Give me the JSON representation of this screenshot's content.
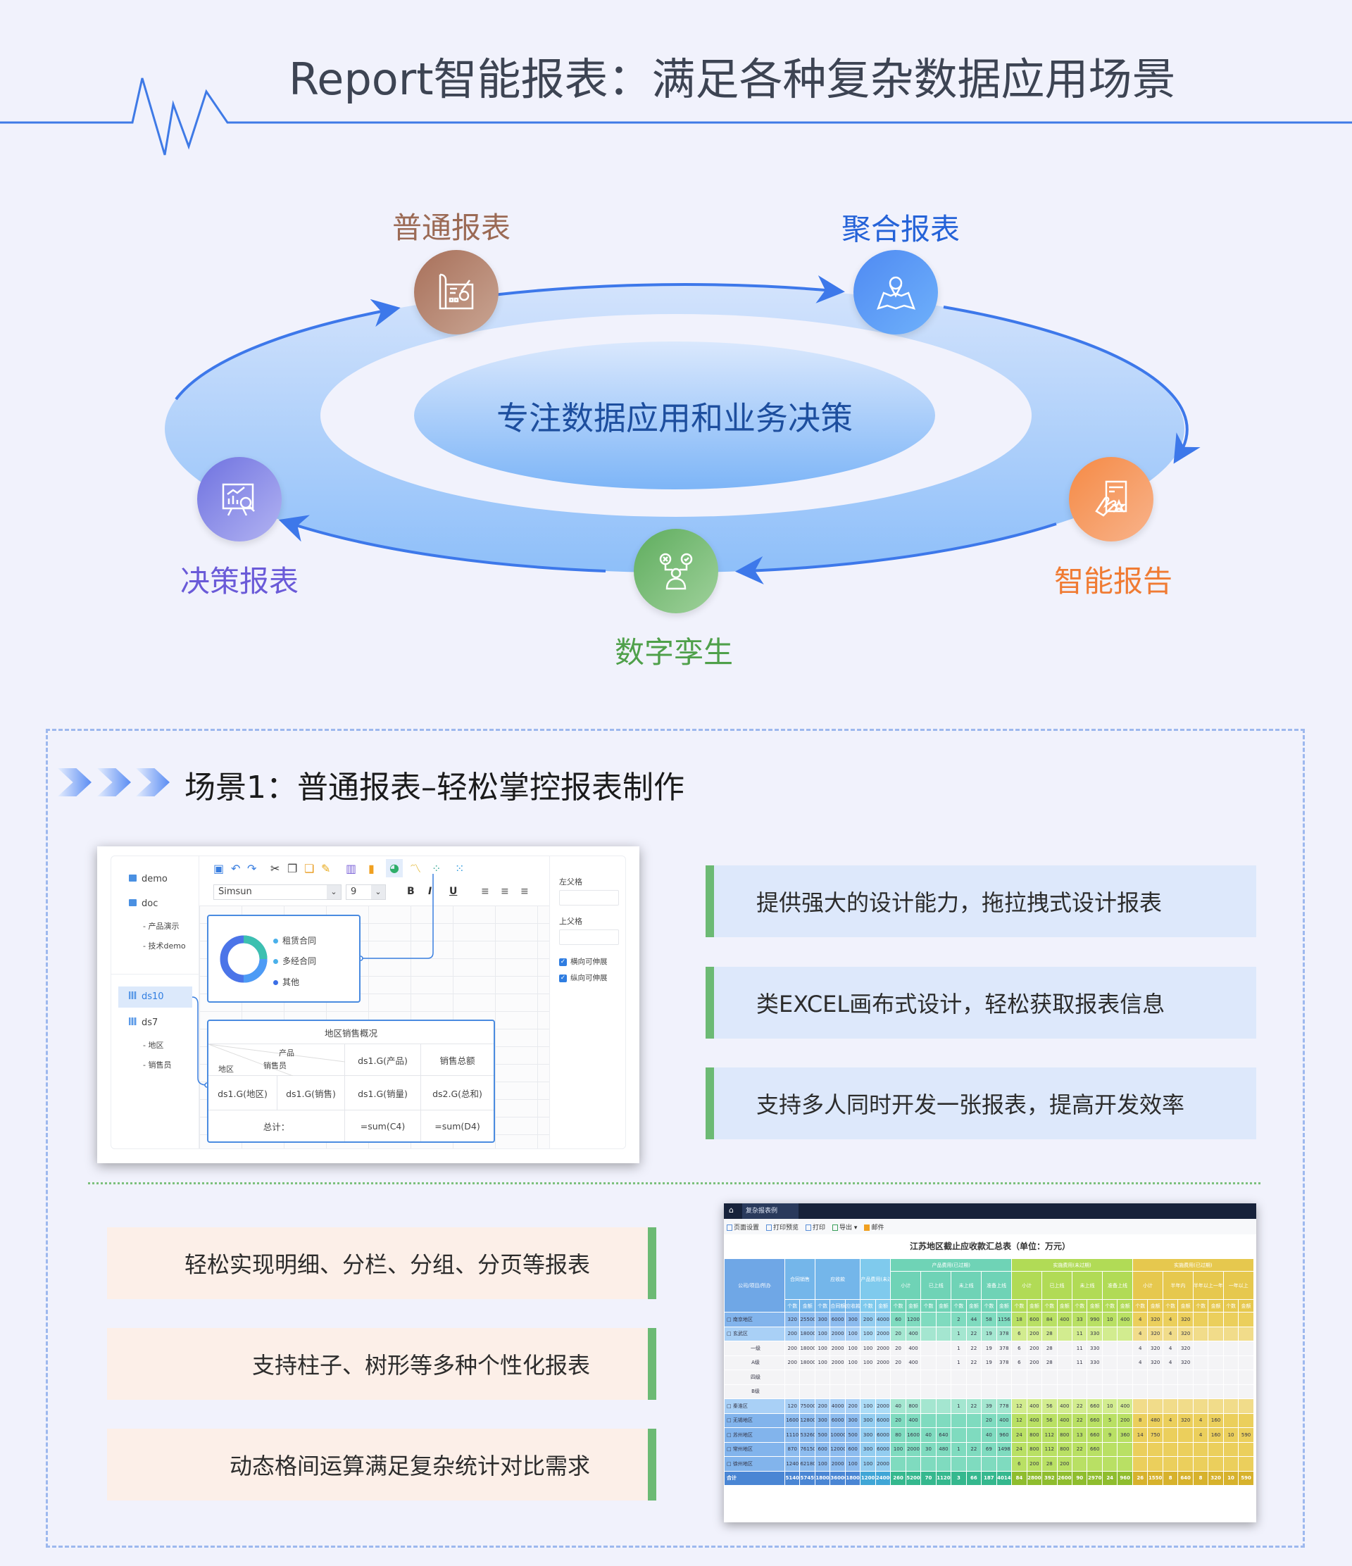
{
  "header": {
    "title": "Report智能报表：满足各种复杂数据应用场景"
  },
  "cycle": {
    "center": "专注数据应用和业务决策",
    "nodes": [
      {
        "label": "普通报表",
        "color": "#9b6a55",
        "icon": "blueprint-icon"
      },
      {
        "label": "聚合报表",
        "color": "#2563d8",
        "icon": "map-pin-icon"
      },
      {
        "label": "决策报表",
        "color": "#6a5ad8",
        "icon": "presentation-chart-icon"
      },
      {
        "label": "智能报告",
        "color": "#f07b33",
        "icon": "touch-document-icon"
      },
      {
        "label": "数字孪生",
        "color": "#4fa04a",
        "icon": "person-decision-icon"
      }
    ]
  },
  "scene": {
    "title": "场景1：普通报表–轻松掌控报表制作",
    "features_right": [
      "提供强大的设计能力，拖拉拽式设计报表",
      "类EXCEL画布式设计，轻松获取报表信息",
      "支持多人同时开发一张报表，提高开发效率"
    ],
    "features_left": [
      "轻松实现明细、分栏、分组、分页等报表",
      "支持柱子、树形等多种个性化报表",
      "动态格间运算满足复杂统计对比需求"
    ]
  },
  "designer": {
    "tree": {
      "demo": "demo",
      "doc": "doc",
      "doc_children": [
        "- 产品演示",
        "- 技术demo"
      ],
      "ds10": "ds10",
      "ds7": "ds7",
      "ds7_children": [
        "- 地区",
        "- 销售员"
      ]
    },
    "font": "Simsun",
    "size": "9",
    "bold": "B",
    "italic": "I",
    "underline": "U",
    "right": {
      "left_parent": "左父格",
      "top_parent": "上父格",
      "h_expand": "横向可伸展",
      "v_expand": "纵向可伸展"
    },
    "legend": [
      "租赁合同",
      "多经合同",
      "其他"
    ],
    "table": {
      "title": "地区销售概况",
      "hdr_product": "产品",
      "hdr_sales": "销售员",
      "hdr_region": "地区",
      "c_product": "ds1.G(产品)",
      "c_total_label": "销售总额",
      "r_region": "ds1.G(地区)",
      "r_sales": "ds1.G(销售)",
      "r_qty": "ds1.G(销量)",
      "r_sum": "ds2.G(总和)",
      "total": "总计：",
      "sum_c": "=sum(C4)",
      "sum_d": "=sum(D4)"
    }
  },
  "report": {
    "tab": "复杂报表例",
    "toolbar": [
      "页面设置",
      "打印预览",
      "打印",
      "导出 ▾",
      "邮件"
    ],
    "title": "江苏地区截止应收款汇总表（单位：万元）",
    "header_first": "公司/项目/所办",
    "groups": [
      "合同销售",
      "应收款",
      "产品费用(未过期)",
      "产品费用(已过期)",
      "实施费用(未过期)",
      "实施费用(已过期)"
    ],
    "subgroups": [
      "小计",
      "已上线",
      "未上线",
      "准备上线",
      "小计",
      "已上线",
      "未上线",
      "准备上线",
      "小计",
      "半年内",
      "半年以上一年内",
      "一年以上"
    ],
    "leaf": [
      "个数",
      "金额",
      "个数",
      "合同额",
      "应收款",
      "个数",
      "金额",
      "个数",
      "金额",
      "个数",
      "金额",
      "个数",
      "金额",
      "个数",
      "金额",
      "个数",
      "金额",
      "个数",
      "金额",
      "个数",
      "金额",
      "个数",
      "金额",
      "个数",
      "金额",
      "个数",
      "金额",
      "个数",
      "金额",
      "个数",
      "金额"
    ],
    "rows": [
      {
        "name": "□ 南京地区",
        "type": "region",
        "v": [
          "320",
          "255000",
          "300",
          "6000",
          "300",
          "200",
          "4000",
          "60",
          "1200",
          "",
          "",
          "2",
          "44",
          "58",
          "1156",
          "18",
          "600",
          "84",
          "400",
          "33",
          "990",
          "10",
          "400",
          "4",
          "320",
          "4",
          "320",
          "",
          "",
          "",
          ""
        ]
      },
      {
        "name": "□ 玄武区",
        "type": "district",
        "v": [
          "200",
          "180000",
          "100",
          "2000",
          "100",
          "100",
          "2000",
          "20",
          "400",
          "",
          "",
          "1",
          "22",
          "19",
          "378",
          "6",
          "200",
          "28",
          "",
          "11",
          "330",
          "",
          "",
          "4",
          "320",
          "4",
          "320",
          "",
          "",
          "",
          ""
        ]
      },
      {
        "name": "一级",
        "type": "level",
        "v": [
          "200",
          "180000",
          "100",
          "2000",
          "100",
          "100",
          "2000",
          "20",
          "400",
          "",
          "",
          "1",
          "22",
          "19",
          "378",
          "6",
          "200",
          "28",
          "",
          "11",
          "330",
          "",
          "",
          "4",
          "320",
          "4",
          "320",
          "",
          "",
          "",
          ""
        ]
      },
      {
        "name": "A级",
        "type": "level",
        "v": [
          "200",
          "180000",
          "100",
          "2000",
          "100",
          "100",
          "2000",
          "20",
          "400",
          "",
          "",
          "1",
          "22",
          "19",
          "378",
          "6",
          "200",
          "28",
          "",
          "11",
          "330",
          "",
          "",
          "4",
          "320",
          "4",
          "320",
          "",
          "",
          "",
          ""
        ]
      },
      {
        "name": "四级",
        "type": "level",
        "v": [
          "",
          "",
          "",
          "",
          "",
          "",
          "",
          "",
          "",
          "",
          "",
          "",
          "",
          "",
          "",
          "",
          "",
          "",
          "",
          "",
          "",
          "",
          "",
          "",
          "",
          "",
          "",
          "",
          "",
          "",
          ""
        ]
      },
      {
        "name": "B级",
        "type": "level",
        "v": [
          "",
          "",
          "",
          "",
          "",
          "",
          "",
          "",
          "",
          "",
          "",
          "",
          "",
          "",
          "",
          "",
          "",
          "",
          "",
          "",
          "",
          "",
          "",
          "",
          "",
          "",
          "",
          "",
          "",
          "",
          ""
        ]
      },
      {
        "name": "□ 秦淮区",
        "type": "district",
        "v": [
          "120",
          "75000",
          "200",
          "4000",
          "200",
          "100",
          "2000",
          "40",
          "800",
          "",
          "",
          "1",
          "22",
          "39",
          "778",
          "12",
          "400",
          "56",
          "400",
          "22",
          "660",
          "10",
          "400",
          "",
          "",
          "",
          "",
          "",
          "",
          "",
          ""
        ]
      },
      {
        "name": "□ 无锡地区",
        "type": "region",
        "v": [
          "1600",
          "128000",
          "300",
          "6000",
          "300",
          "300",
          "6000",
          "20",
          "400",
          "",
          "",
          "",
          "",
          "20",
          "400",
          "12",
          "400",
          "56",
          "400",
          "22",
          "660",
          "5",
          "200",
          "8",
          "480",
          "4",
          "320",
          "4",
          "160",
          "",
          ""
        ]
      },
      {
        "name": "□ 苏州地区",
        "type": "region",
        "v": [
          "1110",
          "53260",
          "500",
          "10000",
          "500",
          "300",
          "6000",
          "80",
          "1600",
          "40",
          "640",
          "",
          "",
          "40",
          "960",
          "24",
          "800",
          "112",
          "800",
          "13",
          "660",
          "9",
          "360",
          "14",
          "750",
          "",
          "",
          "4",
          "160",
          "10",
          "590"
        ]
      },
      {
        "name": "□ 常州地区",
        "type": "region",
        "v": [
          "870",
          "76150",
          "600",
          "12000",
          "600",
          "300",
          "6000",
          "100",
          "2000",
          "30",
          "480",
          "1",
          "22",
          "69",
          "1498",
          "24",
          "800",
          "112",
          "800",
          "22",
          "660",
          "",
          "",
          "",
          "",
          "",
          "",
          "",
          "",
          "",
          ""
        ]
      },
      {
        "name": "□ 徐州地区",
        "type": "region",
        "v": [
          "1240",
          "62180",
          "100",
          "2000",
          "100",
          "100",
          "2000",
          "",
          "",
          "",
          "",
          "",
          "",
          "",
          "",
          "6",
          "200",
          "28",
          "200",
          "",
          "",
          "",
          "",
          "",
          "",
          "",
          "",
          "",
          "",
          "",
          ""
        ]
      },
      {
        "name": "合计",
        "type": "total",
        "v": [
          "5140",
          "574590",
          "1800",
          "36000",
          "1800",
          "1200",
          "24000",
          "260",
          "5200",
          "70",
          "1120",
          "3",
          "66",
          "187",
          "4014",
          "84",
          "2800",
          "392",
          "2600",
          "90",
          "2970",
          "24",
          "960",
          "26",
          "1550",
          "8",
          "640",
          "8",
          "320",
          "10",
          "590"
        ]
      }
    ]
  }
}
